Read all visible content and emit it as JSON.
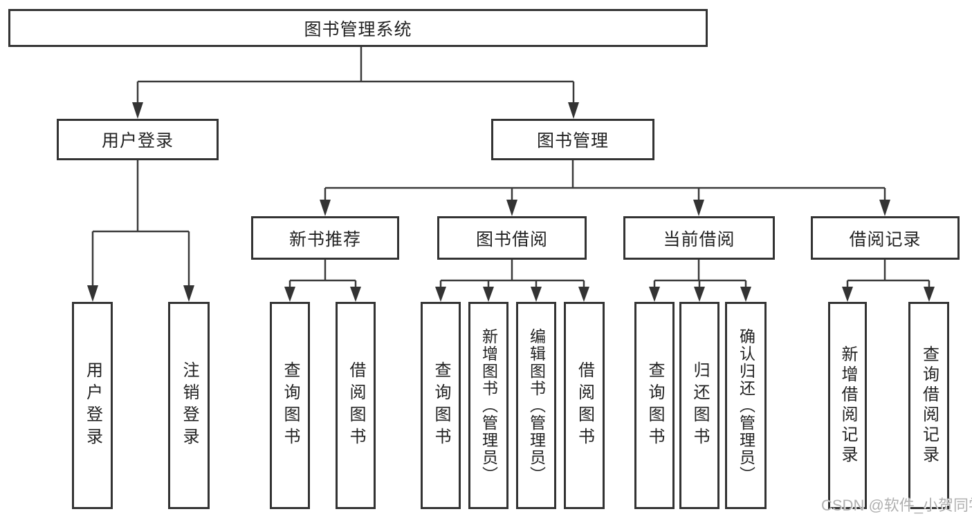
{
  "tree": {
    "label": "图书管理系统",
    "children": [
      {
        "label": "用户登录",
        "children": [
          {
            "label": "用户登录"
          },
          {
            "label": "注销登录"
          }
        ]
      },
      {
        "label": "图书管理",
        "children": [
          {
            "label": "新书推荐",
            "children": [
              {
                "label": "查询图书"
              },
              {
                "label": "借阅图书"
              }
            ]
          },
          {
            "label": "图书借阅",
            "children": [
              {
                "label": "查询图书"
              },
              {
                "label": "新增图书（管理员）"
              },
              {
                "label": "编辑图书（管理员）"
              },
              {
                "label": "借阅图书"
              }
            ]
          },
          {
            "label": "当前借阅",
            "children": [
              {
                "label": "查询图书"
              },
              {
                "label": "归还图书"
              },
              {
                "label": "确认归还（管理员）"
              }
            ]
          },
          {
            "label": "借阅记录",
            "children": [
              {
                "label": "新增借阅记录"
              },
              {
                "label": "查询借阅记录"
              }
            ]
          }
        ]
      }
    ]
  },
  "watermark": "CSDN @软件_小贺同学",
  "colors": {
    "line": "#3a3a3a",
    "box_border": "#333333",
    "text": "#222222",
    "watermark": "#b0b0b0",
    "background": "#ffffff"
  }
}
